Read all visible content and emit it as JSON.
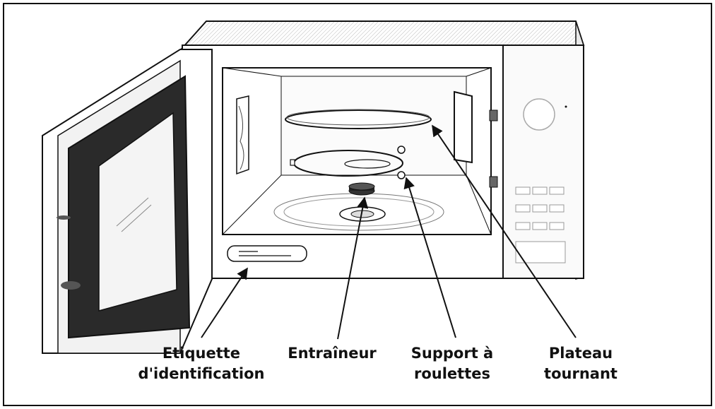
{
  "labels": {
    "etiquette": {
      "line1": "Etiquette",
      "line2": "d'identification"
    },
    "entraineur": {
      "line1": "Entraîneur"
    },
    "support": {
      "line1": "Support à",
      "line2": "roulettes"
    },
    "plateau": {
      "line1": "Plateau",
      "line2": "tournant"
    }
  },
  "colors": {
    "outline": "#111111",
    "door_window": "#2a2a2a",
    "glass": "#f4f4f4",
    "cabinet_top": "#d9d9d9"
  }
}
